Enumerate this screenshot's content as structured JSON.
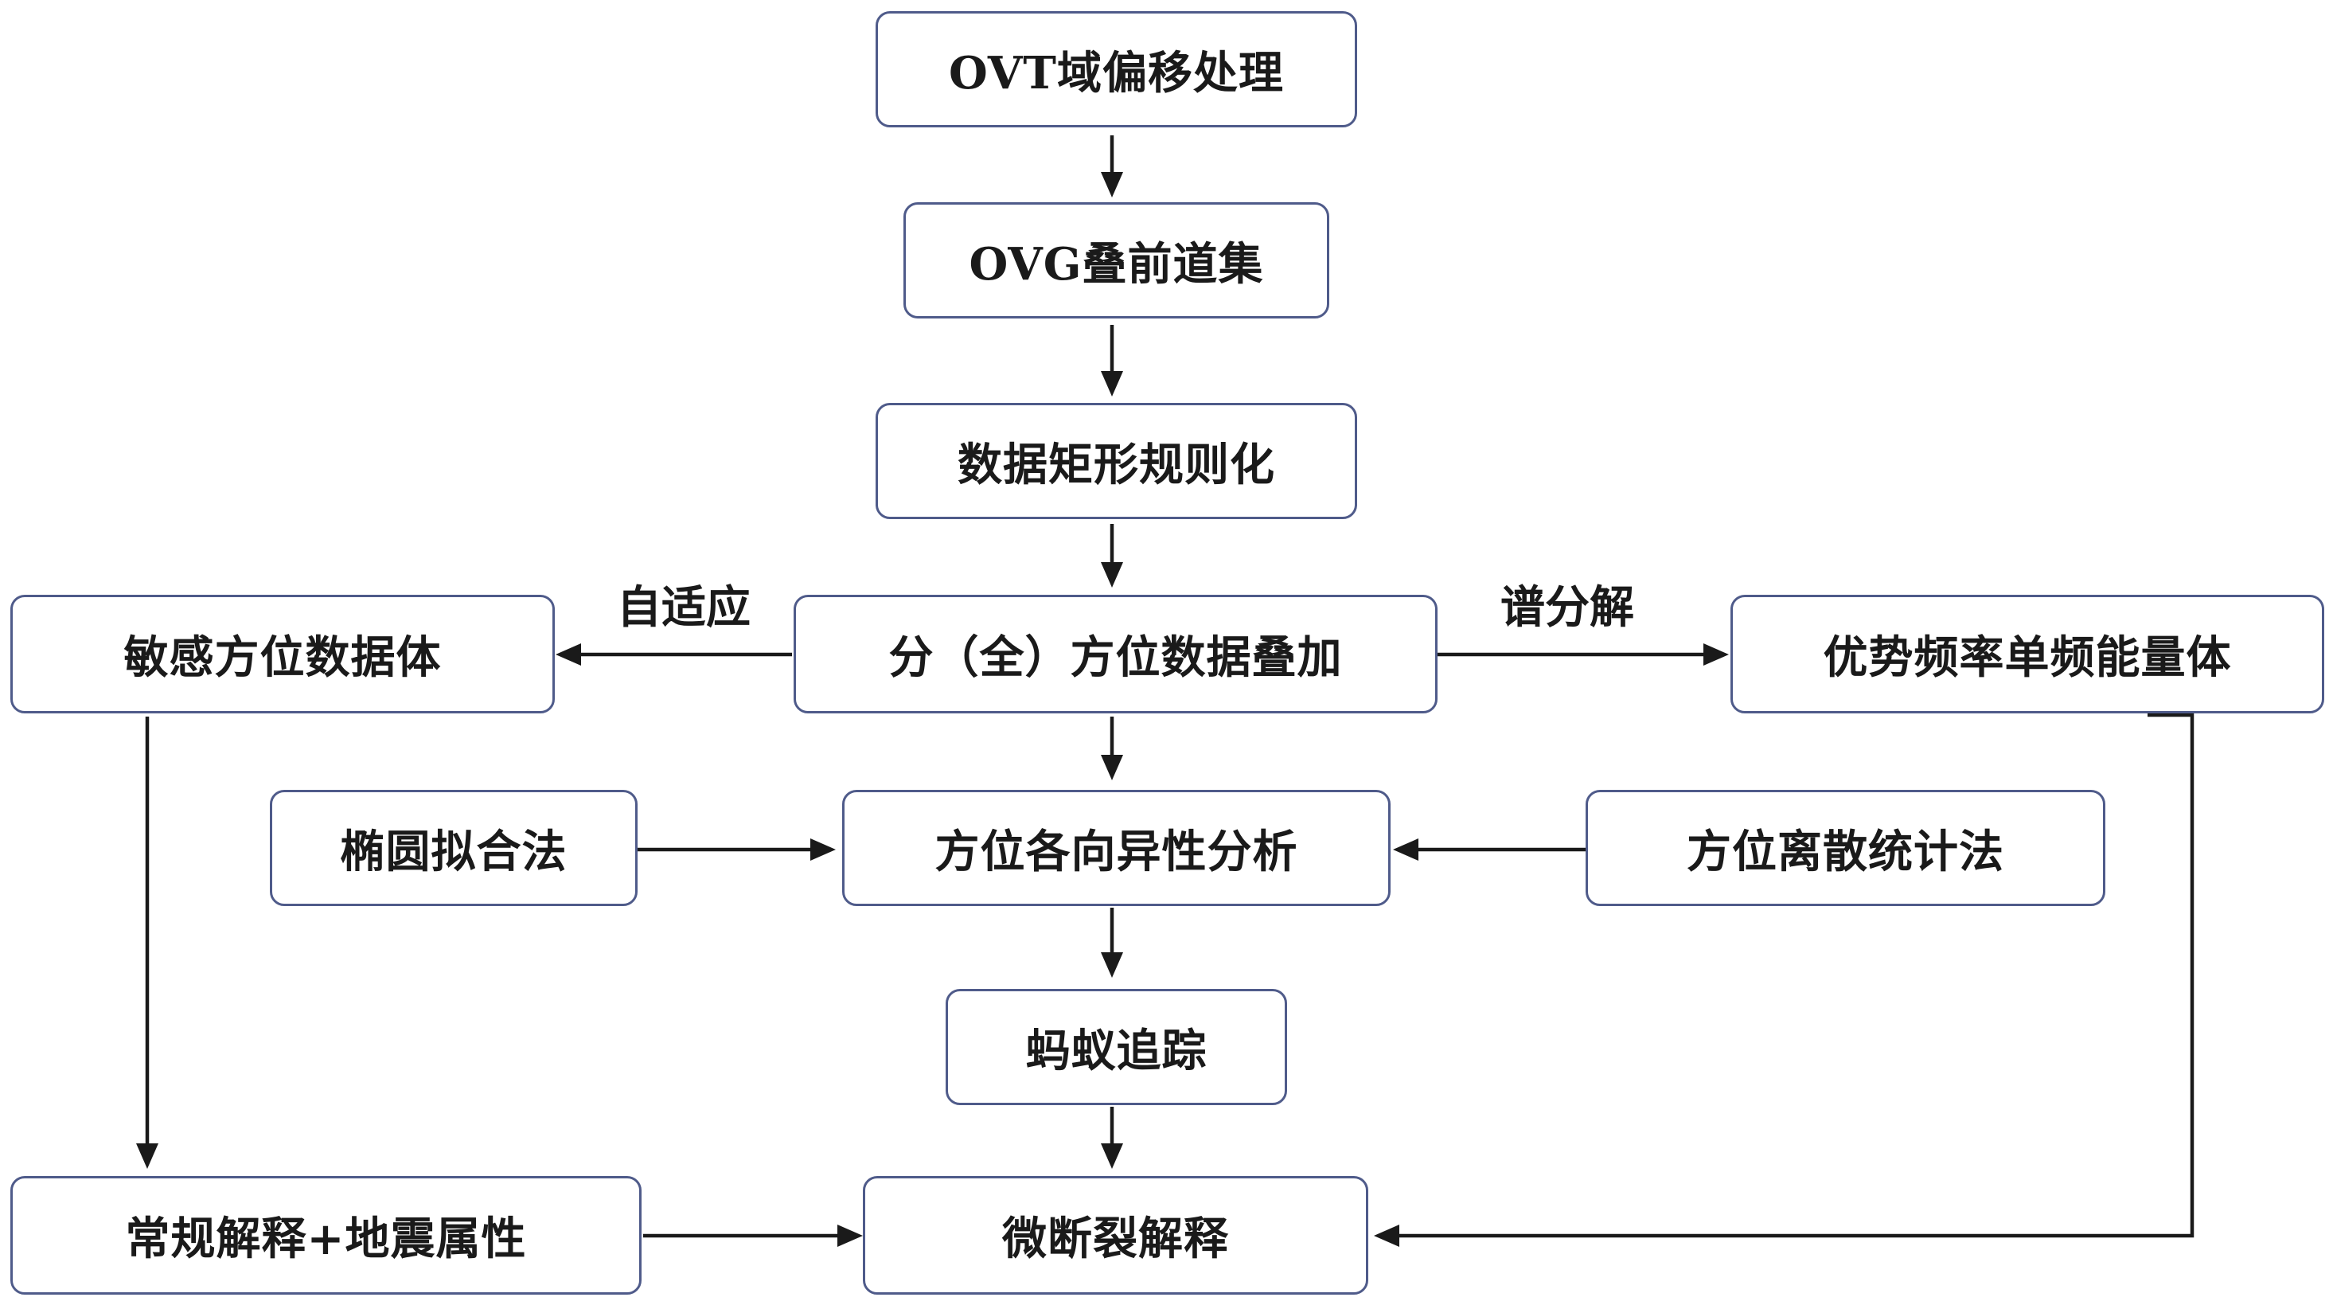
{
  "nodes": {
    "ovt_migration": "OVT域偏移处理",
    "ovg_gathers": "OVG叠前道集",
    "regularization": "数据矩形规则化",
    "stacking": "分（全）方位数据叠加",
    "sensitive_azimuth": "敏感方位数据体",
    "dominant_frequency": "优势频率单频能量体",
    "ellipse_fitting": "椭圆拟合法",
    "anisotropy_analysis": "方位各向异性分析",
    "discrete_statistics": "方位离散统计法",
    "ant_tracking": "蚂蚁追踪",
    "conventional": "常规解释+地震属性",
    "microfault": "微断裂解释"
  },
  "edge_labels": {
    "adaptive": "自适应",
    "spectral": "谱分解"
  },
  "colors": {
    "box_border": "#4f5b8a",
    "arrow": "#1a1a1a",
    "text": "#1a1a1a"
  }
}
